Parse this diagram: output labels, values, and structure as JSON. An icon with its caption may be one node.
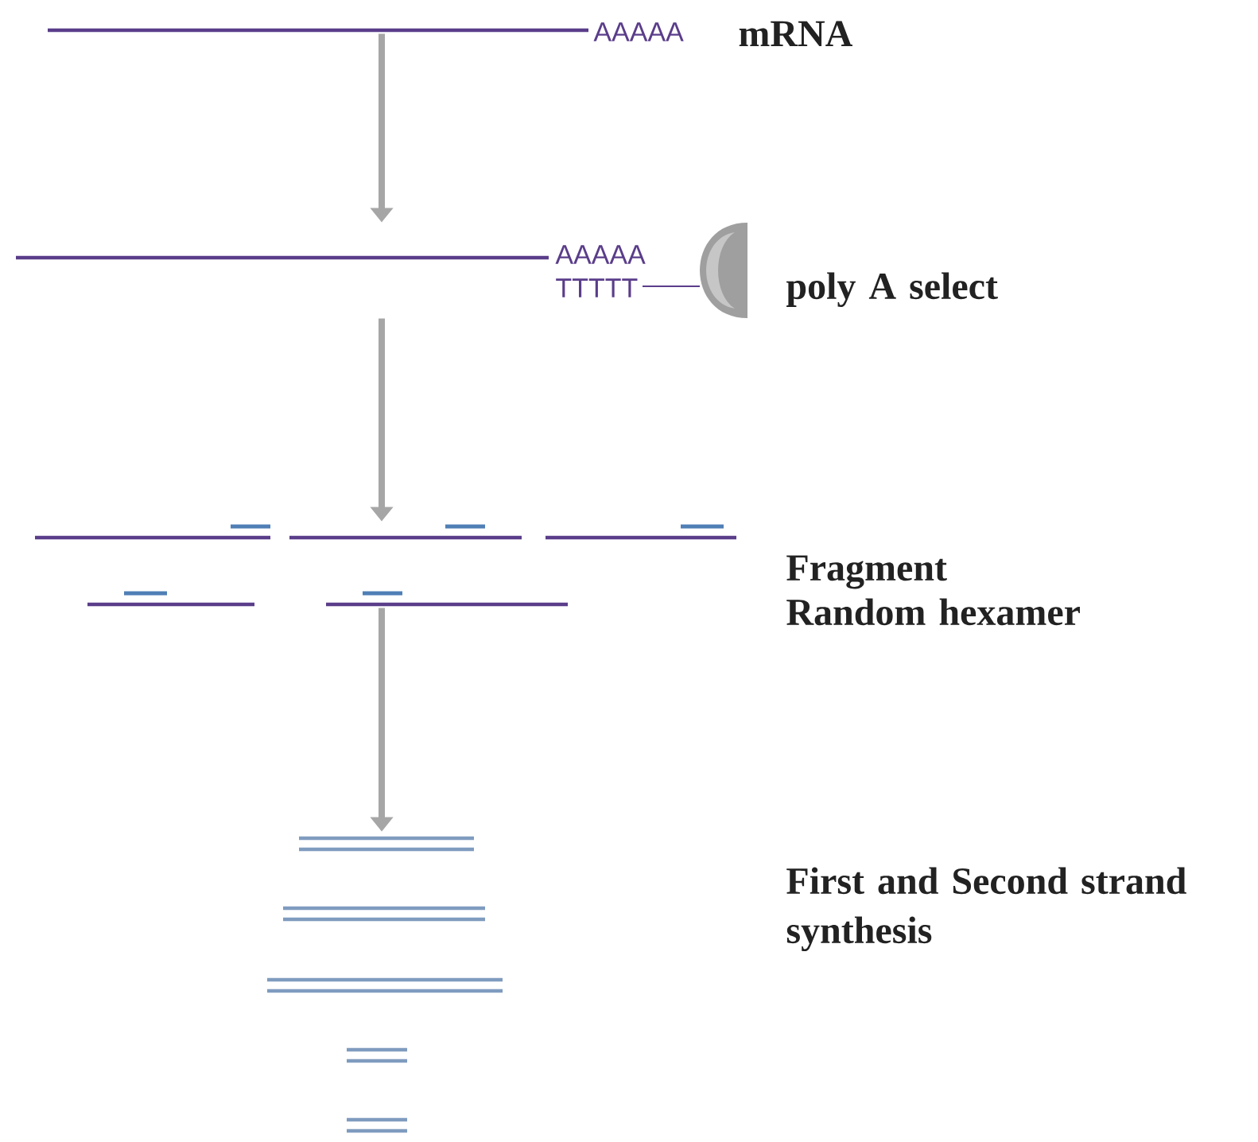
{
  "diagram": {
    "nodes": [
      {
        "text": [],
        "shape": "picture"
      },
      {
        "text": [],
        "shape": "picture"
      },
      {
        "text": [],
        "shape": "picture"
      },
      {
        "text": [],
        "shape": "picture"
      }
    ],
    "edges": [
      {
        "from": 0,
        "to": 1,
        "arrow": "to"
      },
      {
        "from": 1,
        "to": 2,
        "arrow": "to"
      },
      {
        "from": 2,
        "to": 3,
        "arrow": "to"
      }
    ],
    "labels": [
      "AAAAA",
      "mRNA",
      "AAAAA",
      "TTTTT",
      "poly A select",
      "Fragment",
      "Random hexamer",
      "First and Second strand synthesis"
    ]
  }
}
